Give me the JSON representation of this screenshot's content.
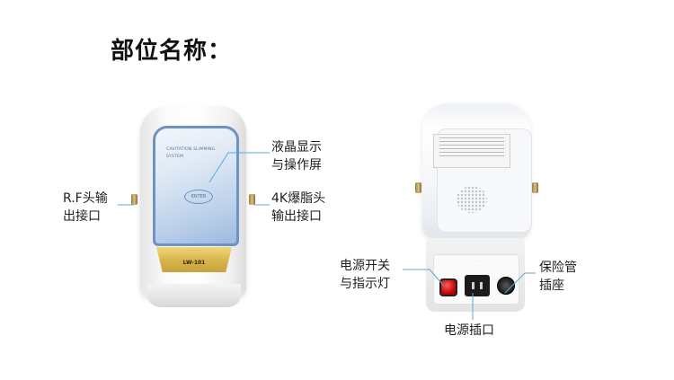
{
  "title": "部位名称：",
  "front": {
    "labels": {
      "lcd": [
        "液晶显示",
        "与操作屏"
      ],
      "rf": [
        "R.F头输",
        "出接口"
      ],
      "cav": [
        "4K爆脂头",
        "输出接口"
      ]
    },
    "screen_text": [
      "CAVITATION SLIMMING",
      "SYSTEM"
    ],
    "enter": "ENTER",
    "model": "LW-101"
  },
  "back": {
    "labels": {
      "power_switch": [
        "电源开关",
        "与指示灯"
      ],
      "fuse": [
        "保险管",
        "插座"
      ],
      "power_socket": "电源插口"
    }
  },
  "colors": {
    "leader": "#5aa8d8",
    "screen_border": "#6d92c4",
    "plate_gold": "#d7b44a",
    "switch_red": "#d00000"
  }
}
